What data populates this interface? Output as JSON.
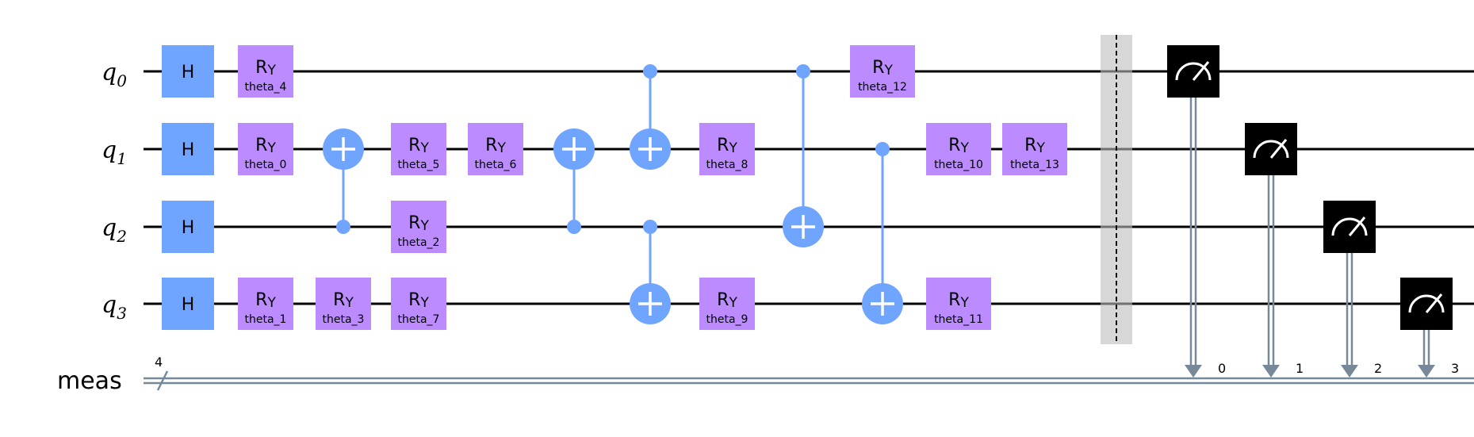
{
  "colors": {
    "h_gate": "#6FA4FF",
    "ry_gate": "#BB8BFF",
    "cx": "#6FA4FF",
    "measure_box": "#000000",
    "classical": "#778899",
    "barrier": "#BDBDBD"
  },
  "qubits": [
    "q0",
    "q1",
    "q2",
    "q3"
  ],
  "classical_register": {
    "name": "meas",
    "size": "4",
    "bits": [
      "0",
      "1",
      "2",
      "3"
    ]
  },
  "h_gates": [
    {
      "qubit": 0,
      "col": 0,
      "label": "H"
    },
    {
      "qubit": 1,
      "col": 0,
      "label": "H"
    },
    {
      "qubit": 2,
      "col": 0,
      "label": "H"
    },
    {
      "qubit": 3,
      "col": 0,
      "label": "H"
    }
  ],
  "ry_gates": [
    {
      "qubit": 0,
      "col": 1,
      "label": "R",
      "sub": "Y",
      "param": "theta_4"
    },
    {
      "qubit": 1,
      "col": 1,
      "label": "R",
      "sub": "Y",
      "param": "theta_0"
    },
    {
      "qubit": 3,
      "col": 1,
      "label": "R",
      "sub": "Y",
      "param": "theta_1"
    },
    {
      "qubit": 3,
      "col": 2,
      "label": "R",
      "sub": "Y",
      "param": "theta_3"
    },
    {
      "qubit": 1,
      "col": 3,
      "label": "R",
      "sub": "Y",
      "param": "theta_5"
    },
    {
      "qubit": 2,
      "col": 3,
      "label": "R",
      "sub": "Y",
      "param": "theta_2"
    },
    {
      "qubit": 3,
      "col": 3,
      "label": "R",
      "sub": "Y",
      "param": "theta_7"
    },
    {
      "qubit": 1,
      "col": 4,
      "label": "R",
      "sub": "Y",
      "param": "theta_6"
    },
    {
      "qubit": 1,
      "col": 7,
      "label": "R",
      "sub": "Y",
      "param": "theta_8"
    },
    {
      "qubit": 3,
      "col": 7,
      "label": "R",
      "sub": "Y",
      "param": "theta_9"
    },
    {
      "qubit": 0,
      "col": 9,
      "label": "R",
      "sub": "Y",
      "param": "theta_12"
    },
    {
      "qubit": 1,
      "col": 10,
      "label": "R",
      "sub": "Y",
      "param": "theta_10"
    },
    {
      "qubit": 3,
      "col": 10,
      "label": "R",
      "sub": "Y",
      "param": "theta_11"
    },
    {
      "qubit": 1,
      "col": 11,
      "label": "R",
      "sub": "Y",
      "param": "theta_13"
    }
  ],
  "cx_gates": [
    {
      "control": 2,
      "target": 1,
      "col": 2
    },
    {
      "control": 2,
      "target": 1,
      "col": 5
    },
    {
      "control": 0,
      "target": 1,
      "col": 6
    },
    {
      "control": 2,
      "target": 3,
      "col": 6
    },
    {
      "control": 0,
      "target": 2,
      "col": 8
    },
    {
      "control": 1,
      "target": 3,
      "col": 9
    }
  ],
  "measurements": [
    {
      "qubit": 0,
      "bit": 0
    },
    {
      "qubit": 1,
      "bit": 1
    },
    {
      "qubit": 2,
      "bit": 2
    },
    {
      "qubit": 3,
      "bit": 3
    }
  ]
}
